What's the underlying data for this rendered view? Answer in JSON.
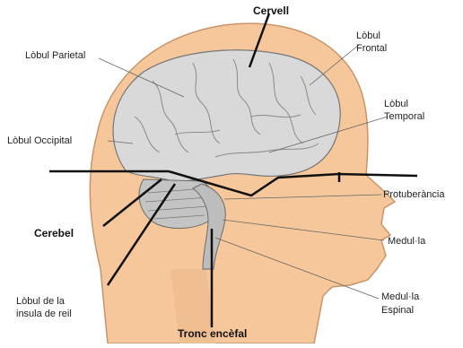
{
  "labels": {
    "cervell": "Cervell",
    "lobul_frontal_1": "Lòbul",
    "lobul_frontal_2": "Frontal",
    "lobul_parietal": "Lòbul Parietal",
    "lobul_temporal_1": "Lòbul",
    "lobul_temporal_2": "Temporal",
    "lobul_occipital": "Lòbul Occipital",
    "protuberancia": "Protuberància",
    "cerebel": "Cerebel",
    "medulla": "Medul·la",
    "lobul_insula_1": "Lòbul de la",
    "lobul_insula_2": "insula de reil",
    "medulla_espinal_1": "Medul·la",
    "medulla_espinal_2": "Espinal",
    "tronc": "Tronc encèfal"
  },
  "colors": {
    "skin": "#f6c79a",
    "skin_outline": "#c8956a",
    "brain": "#d9d9d9",
    "cerebellum": "#c4c4c4",
    "lines": "#111111"
  }
}
